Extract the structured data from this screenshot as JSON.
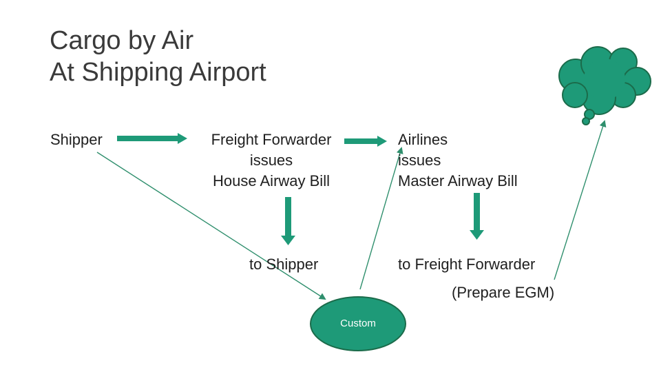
{
  "title": {
    "line1": "Cargo by Air",
    "line2": "At Shipping Airport"
  },
  "nodes": {
    "shipper": "Shipper",
    "freight_forwarder": [
      "Freight Forwarder",
      "issues",
      "House Airway Bill"
    ],
    "airlines": [
      "Airlines",
      "issues",
      "Master Airway Bill"
    ],
    "to_shipper": "to Shipper",
    "to_freight_forwarder": "to Freight Forwarder",
    "prepare_egm": "(Prepare EGM)",
    "custom": "Custom"
  },
  "colors": {
    "arrow_fill": "#1e9a78",
    "shape_fill": "#1e9a78",
    "shape_stroke": "#1b6b4a",
    "thin_line": "#2f8f6d"
  }
}
